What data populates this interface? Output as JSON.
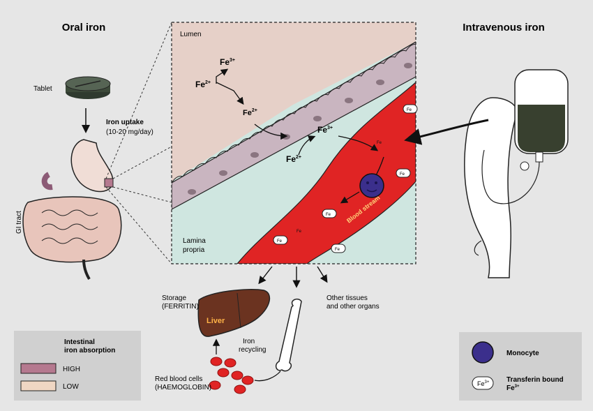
{
  "titles": {
    "oral": "Oral iron",
    "iv": "Intravenous iron"
  },
  "oral": {
    "tablet": "Tablet",
    "uptake_title": "Iron uptake",
    "uptake_amount": "(10-20 mg/day)",
    "gi_tract": "GI tract"
  },
  "zoom": {
    "lumen": "Lumen",
    "lamina_line1": "Lamina",
    "lamina_line2": "propria",
    "blood_stream": "Blood stream",
    "fe2": "Fe",
    "fe3": "Fe",
    "sup2": "2+",
    "sup3": "3+"
  },
  "organs": {
    "storage_line1": "Storage",
    "storage_line2": "(FERRITIN)",
    "liver": "Liver",
    "recycling_line1": "Iron",
    "recycling_line2": "recycling",
    "rbc_line1": "Red blood cells",
    "rbc_line2": "(HAEMOGLOBIN)",
    "other_line1": "Other tissues",
    "other_line2": "and other organs"
  },
  "legend_left": {
    "title_line1": "Intestinal",
    "title_line2": "iron absorption",
    "high": "HIGH",
    "low": "LOW",
    "high_color": "#b5798f",
    "low_color": "#efd6c3"
  },
  "legend_right": {
    "monocyte": "Monocyte",
    "transferrin_line1": "Transferin bound",
    "transferrin_line2": "Fe",
    "badge": "Fe",
    "sup3": "3+"
  },
  "colors": {
    "background": "#e6e6e6",
    "lumen": "#e6d0c8",
    "lamina": "#cfe6e0",
    "villi": "#c9b5c0",
    "blood": "#e02424",
    "monocyte": "#3b2f8c",
    "liver": "#6b3320",
    "rbc": "#e02424"
  }
}
